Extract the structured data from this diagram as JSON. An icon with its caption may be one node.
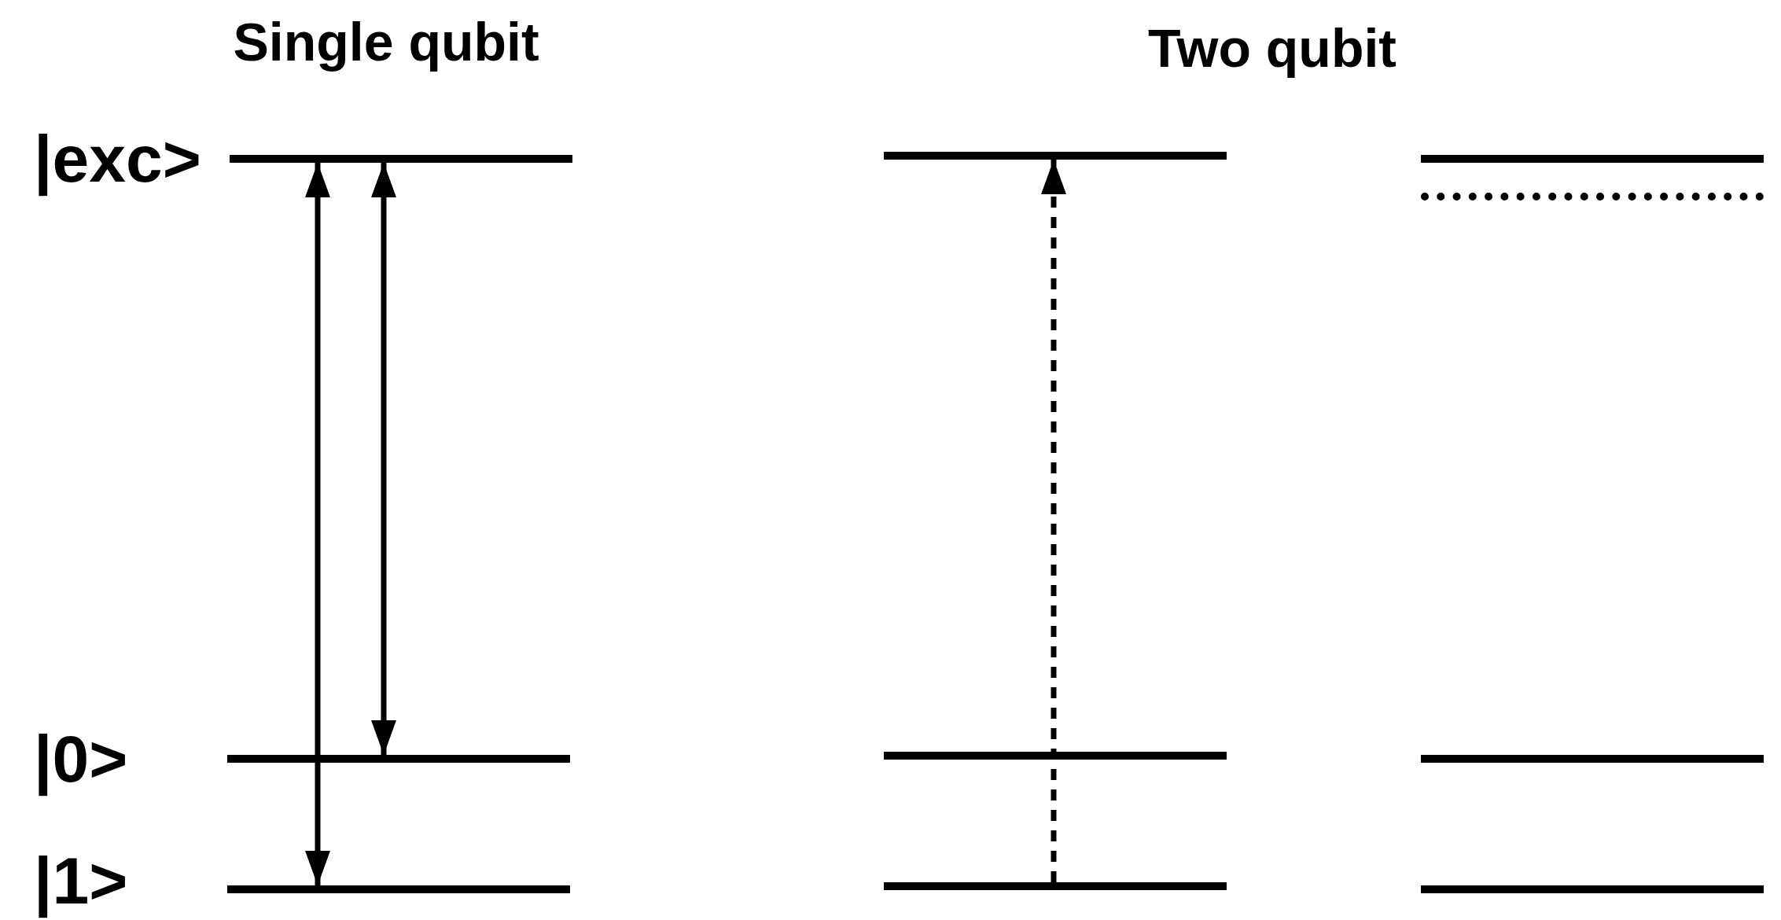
{
  "diagram": {
    "nodes": [
      {
        "text": [],
        "shape": "bar",
        "beside": [
          "|exc>"
        ]
      },
      {
        "text": [],
        "shape": "bar",
        "beside": [
          "|0>"
        ]
      },
      {
        "text": [],
        "shape": "bar",
        "beside": [
          "|1>"
        ]
      },
      {
        "text": [],
        "shape": "bar"
      },
      {
        "text": [],
        "shape": "bar"
      },
      {
        "text": [],
        "shape": "bar"
      },
      {
        "text": [],
        "shape": "bar"
      },
      {
        "text": [],
        "shape": "bar"
      },
      {
        "text": [],
        "shape": "bar"
      },
      {
        "text": [],
        "shape": "bar"
      }
    ],
    "edges": [
      {
        "from": 0,
        "to": 2,
        "arrow": "both"
      },
      {
        "from": 0,
        "to": 1,
        "arrow": "both"
      },
      {
        "from": 5,
        "to": 3,
        "arrow": "to",
        "style": "dashed"
      }
    ],
    "labels": [
      "Single qubit",
      "Two qubit"
    ]
  }
}
